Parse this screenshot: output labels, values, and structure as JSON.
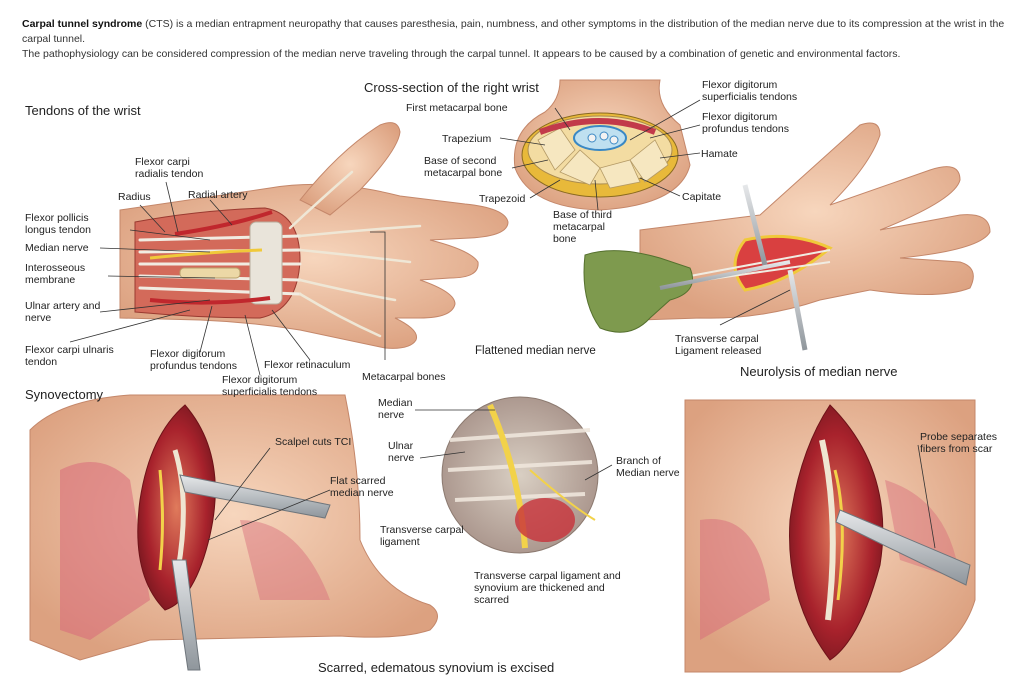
{
  "intro": {
    "term": "Carpal tunnel syndrome",
    "rest": " (CTS) is a median entrapment neuropathy that causes paresthesia, pain, numbness, and other symptoms in the distribution of the median nerve due to its compression at the wrist in the carpal tunnel.",
    "line2": "The pathophysiology can be considered compression of the median nerve traveling through the carpal tunnel. It appears to be caused by a combination of genetic and environmental factors."
  },
  "titles": {
    "tendons": "Tendons of the wrist",
    "cross": "Cross-section of the right wrist",
    "synov": "Synovectomy",
    "neuro": "Neurolysis of median nerve",
    "flattened": "Flattened median nerve",
    "excised": "Scarred, edematous synovium is excised"
  },
  "labels": {
    "fcr": "Flexor carpi radialis tendon",
    "radial_artery": "Radial artery",
    "radius": "Radius",
    "fpl": "Flexor pollicis longus tendon",
    "median": "Median nerve",
    "interosseous": "Interosseous membrane",
    "ulnar_an": "Ulnar artery and nerve",
    "fcu": "Flexor carpi ulnaris tendon",
    "fdp": "Flexor digitorum profundus tendons",
    "fr": "Flexor retinaculum",
    "fds": "Flexor digitorum superficialis tendons",
    "metacarpal": "Metacarpal bones",
    "first_meta": "First metacarpal bone",
    "trapezium": "Trapezium",
    "base_second": "Base of second metacarpal bone",
    "trapezoid": "Trapezoid",
    "base_third": "Base of third metacarpal bone",
    "capitate": "Capitate",
    "hamate": "Hamate",
    "fds_cs": "Flexor digitorum superficialis tendons",
    "fdp_cs": "Flexor digitorum profundus tendons",
    "tcl_released": "Transverse carpal Ligament released",
    "median_c": "Median nerve",
    "ulnar_c": "Ulnar nerve",
    "branch": "Branch of Median nerve",
    "tcl": "Transverse carpal ligament",
    "tcl_syn": "Transverse carpal ligament and synovium are thickened and scarred",
    "scalpel": "Scalpel cuts TCI",
    "flat_scarred": "Flat scarred median nerve",
    "probe": "Probe separates fibers from scar"
  },
  "colors": {
    "skin": "#eec3a6",
    "skin_dark": "#d89a7c",
    "muscle": "#c8323a",
    "tendon": "#e8e2d6",
    "bone": "#efd9a0",
    "nerve": "#f2d24a",
    "glove": "#7e9a4e",
    "steel": "#b8bcc0"
  }
}
